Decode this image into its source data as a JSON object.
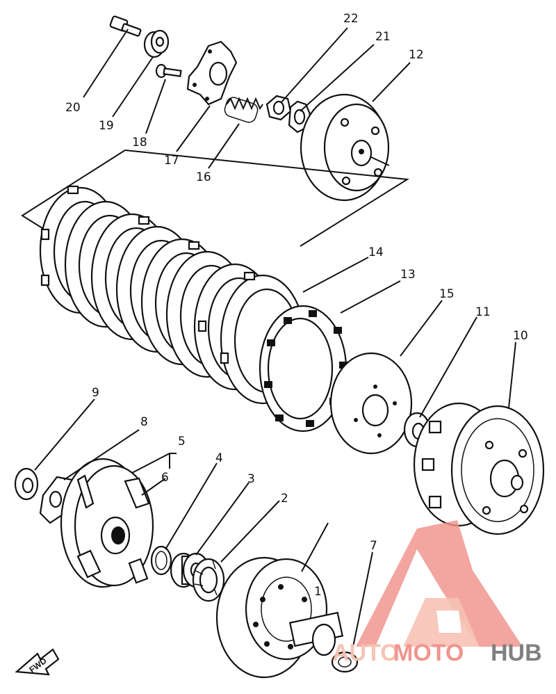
{
  "diagram": {
    "callouts": [
      {
        "id": "p1",
        "number": "1"
      },
      {
        "id": "p2",
        "number": "2"
      },
      {
        "id": "p3",
        "number": "3"
      },
      {
        "id": "p4",
        "number": "4"
      },
      {
        "id": "p5",
        "number": "5"
      },
      {
        "id": "p6",
        "number": "6"
      },
      {
        "id": "p7",
        "number": "7"
      },
      {
        "id": "p8",
        "number": "8"
      },
      {
        "id": "p9",
        "number": "9"
      },
      {
        "id": "p10",
        "number": "10"
      },
      {
        "id": "p11",
        "number": "11"
      },
      {
        "id": "p12",
        "number": "12"
      },
      {
        "id": "p13",
        "number": "13"
      },
      {
        "id": "p14",
        "number": "14"
      },
      {
        "id": "p15",
        "number": "15"
      },
      {
        "id": "p16",
        "number": "16"
      },
      {
        "id": "p17",
        "number": "17"
      },
      {
        "id": "p18",
        "number": "18"
      },
      {
        "id": "p19",
        "number": "19"
      },
      {
        "id": "p20",
        "number": "20"
      },
      {
        "id": "p21",
        "number": "21"
      },
      {
        "id": "p22",
        "number": "22"
      }
    ],
    "direction_arrow": "FWD"
  },
  "watermark": {
    "part1": "AUTO",
    "part2": "MOTO",
    "part3": "HUB",
    "color_primary": "#f0908a",
    "color_light": "#f6c0b0",
    "color_secondary": "#7a7a7a"
  }
}
